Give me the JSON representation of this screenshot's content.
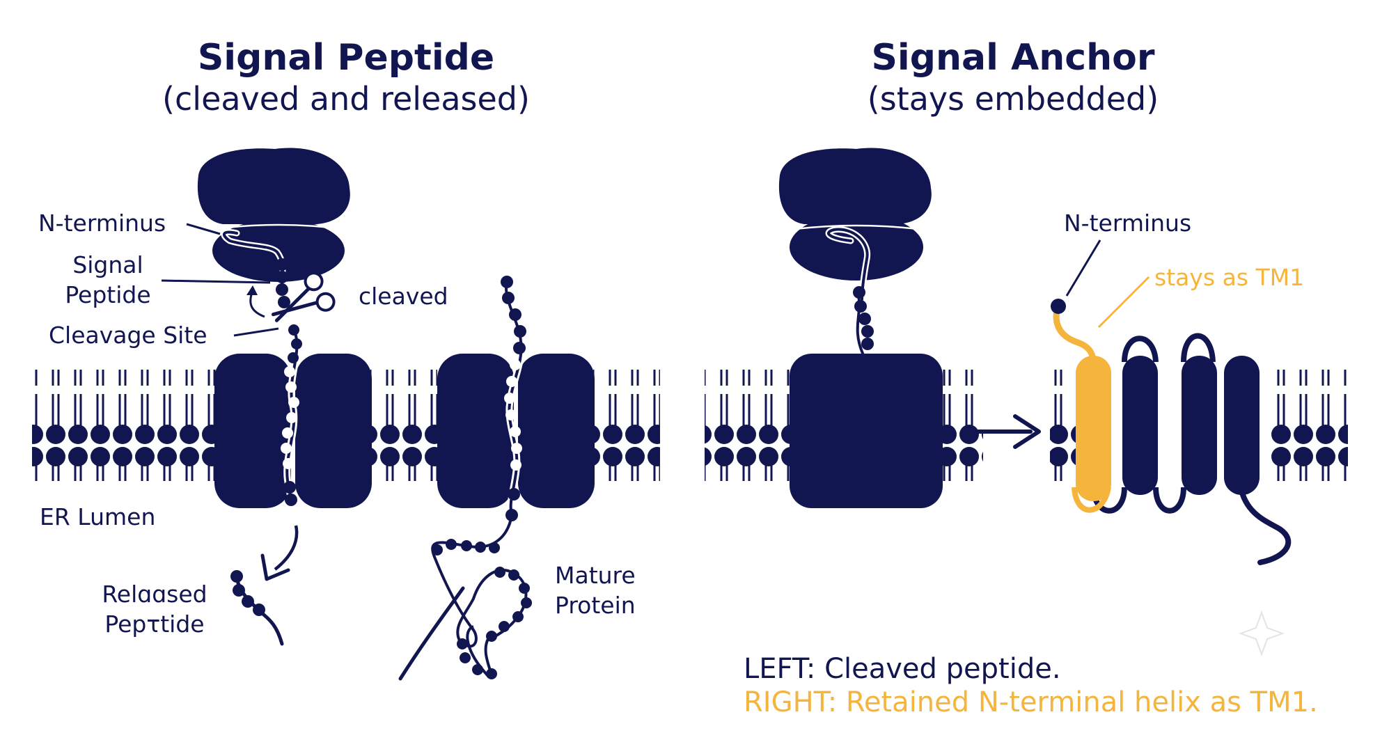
{
  "colors": {
    "navy": "#111650",
    "orange": "#F5B43C",
    "white": "#ffffff"
  },
  "left_panel": {
    "title": "Signal Peptide",
    "subtitle": "(cleaved and released)",
    "labels": {
      "n_terminus": "N-terminus",
      "signal_line1": "Signal",
      "signal_line2": "Peptide",
      "cleaved": "cleaved",
      "cleavage_site": "Cleavage Site",
      "er_lumen": "ER Lumen",
      "released_line1": "Relɑɑsed",
      "released_line2": "Pepτtide",
      "mature_line1": "Mature",
      "mature_line2": "Protein"
    }
  },
  "right_panel": {
    "title": "Signal Anchor",
    "subtitle": "(stays embedded)",
    "labels": {
      "n_terminus": "N-terminus",
      "stays_tm1": "stays as TM1"
    }
  },
  "caption": {
    "left": "LEFT: Cleaved peptide.",
    "right": "RIGHT: Retained N-terminal helix as TM1."
  },
  "icons": [
    "ribosome-icon",
    "scissors-icon",
    "arrow-right-icon",
    "sparkle-icon"
  ]
}
